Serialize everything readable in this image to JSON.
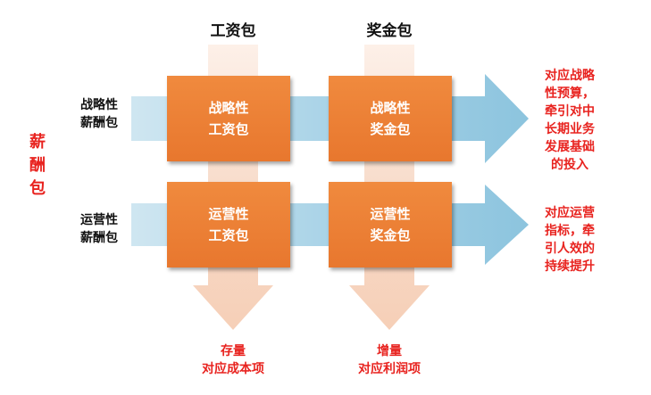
{
  "side_label": [
    "薪",
    "酬",
    "包"
  ],
  "columns": {
    "salary": "工资包",
    "bonus": "奖金包"
  },
  "rows": {
    "strategic": [
      "战略性",
      "薪酬包"
    ],
    "operational": [
      "运营性",
      "薪酬包"
    ]
  },
  "boxes": {
    "strategic_salary": [
      "战略性",
      "工资包"
    ],
    "strategic_bonus": [
      "战略性",
      "奖金包"
    ],
    "operational_salary": [
      "运营性",
      "工资包"
    ],
    "operational_bonus": [
      "运营性",
      "奖金包"
    ]
  },
  "right_notes": {
    "strategic": [
      "对应战略",
      "性预算，",
      "牵引对中",
      "长期业务",
      "发展基础",
      "的投入"
    ],
    "operational": [
      "对应运营",
      "指标，牵",
      "引人效的",
      "持续提升"
    ]
  },
  "bottom_notes": {
    "salary": [
      "存量",
      "对应成本项"
    ],
    "bonus": [
      "增量",
      "对应利润项"
    ]
  },
  "colors": {
    "box": "#ee7f35",
    "horizontal_arrow": "#9fcde3",
    "vertical_arrow": "#f7d8c4",
    "accent_red": "#e8231f"
  }
}
